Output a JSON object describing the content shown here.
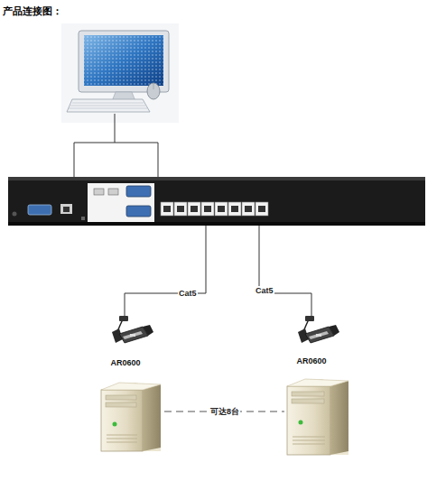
{
  "diagram": {
    "title": "产品连接图：",
    "nodes": [
      {
        "text": [
          "AR0600"
        ]
      },
      {
        "text": [
          "AR0600"
        ]
      }
    ],
    "labels": [
      "Cat5",
      "Cat5",
      "可达8台"
    ]
  }
}
